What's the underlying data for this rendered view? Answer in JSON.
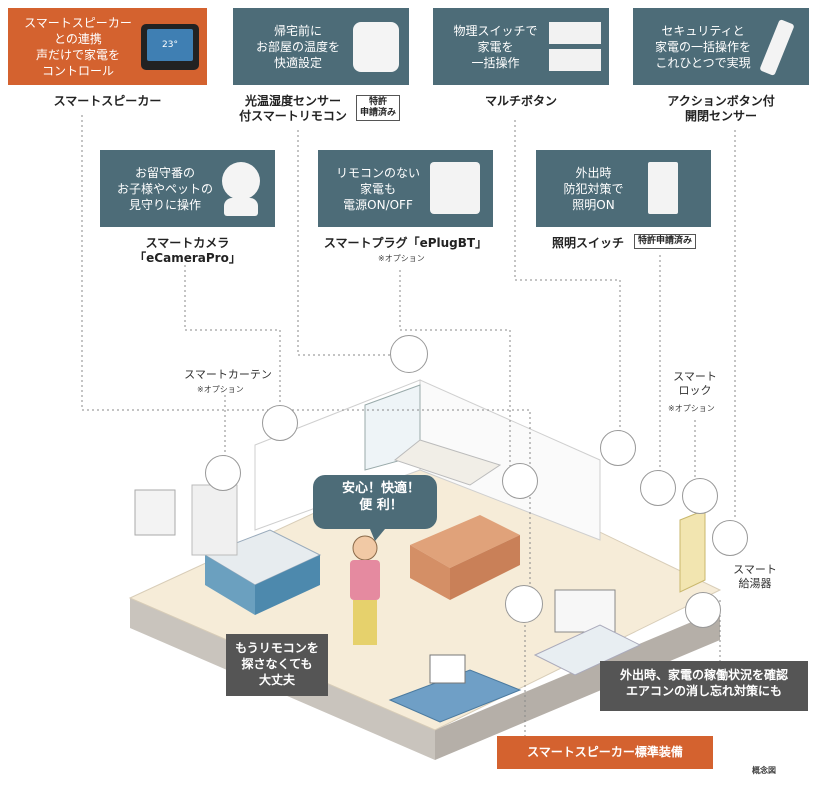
{
  "features": {
    "speaker": {
      "box_text": "スマートスピーカー\nとの連携\n声だけで家電を\nコントロール",
      "label": "スマートスピーカー",
      "screen_text": "23°"
    },
    "remote": {
      "box_text": "帰宅前に\nお部屋の温度を\n快適設定",
      "label": "光温湿度センサー\n付スマートリモコン",
      "badge": "特許\n申請済み"
    },
    "multi_button": {
      "box_text": "物理スイッチで\n家電を\n一括操作",
      "label": "マルチボタン"
    },
    "door_sensor": {
      "box_text": "セキュリティと\n家電の一括操作を\nこれひとつで実現",
      "label": "アクションボタン付\n開閉センサー"
    },
    "camera": {
      "box_text": "お留守番の\nお子様やペットの\n見守りに操作",
      "label": "スマートカメラ\n「eCameraPro」"
    },
    "plug": {
      "box_text": "リモコンのない\n家電も\n電源ON/OFF",
      "label": "スマートプラグ「ePlugBT」",
      "note": "※オプション"
    },
    "light_switch": {
      "box_text": "外出時\n防犯対策で\n照明ON",
      "label": "照明スイッチ",
      "badge": "特許申請済み"
    }
  },
  "floating_labels": {
    "curtain": "スマートカーテン",
    "curtain_note": "※オプション",
    "lock": "スマート\nロック",
    "lock_note": "※オプション",
    "water_heater": "スマート\n給湯器"
  },
  "speech_bubble": "安心！快適！\n便 利！",
  "callouts": {
    "remote_free": "もうリモコンを\n探さなくても\n大丈夫",
    "away_check": "外出時、家電の稼働状況を確認\nエアコンの消し忘れ対策にも",
    "standard": "スマートスピーカー標準装備"
  },
  "footnote": "概念図",
  "colors": {
    "teal": "#4d6c78",
    "orange": "#d4622f",
    "dark": "#555555",
    "floor": "#f6ecd8"
  }
}
